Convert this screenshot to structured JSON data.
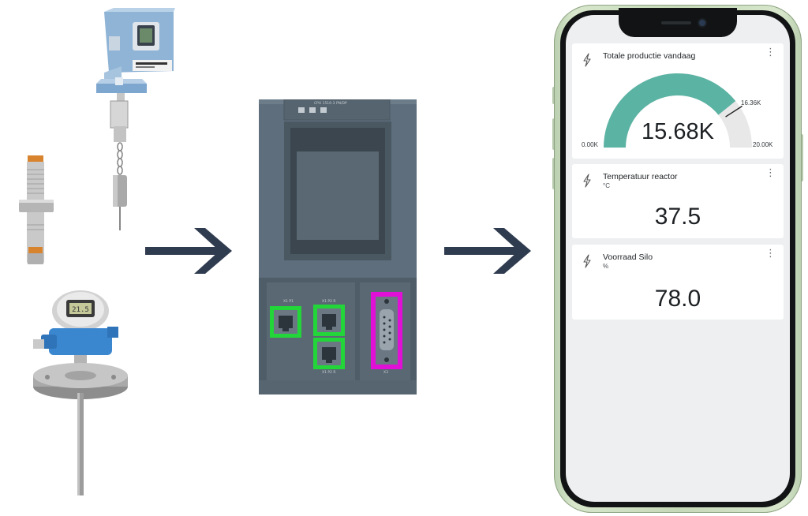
{
  "plc": {
    "model_label": "CPU 1516-3 PN/DP",
    "ports": {
      "x1_p1": "X1 P1",
      "x1_p2_top": "X1 P2 R",
      "x1_p2_bottom": "X1 P2 R",
      "x3": "X3"
    }
  },
  "transmitter": {
    "display_text": "21.5"
  },
  "widgets": [
    {
      "title": "Totale productie vandaag",
      "value": "15.68K",
      "min_label": "0.00K",
      "max_label": "20.00K",
      "marker_label": "16.36K",
      "gauge": {
        "min": 0,
        "max": 20000,
        "value": 15680,
        "marker": 16360
      }
    },
    {
      "title": "Temperatuur reactor",
      "unit": "°C",
      "value": "37.5"
    },
    {
      "title": "Voorraad Silo",
      "unit": "%",
      "value": "78.0"
    }
  ],
  "colors": {
    "gauge_fill": "#5bb3a3",
    "gauge_track": "#e8e8e8",
    "arrow": "#2f3b4f",
    "plc_body": "#5e6e7c",
    "port_ethernet": "#22d63a",
    "port_serial": "#e010d6"
  },
  "icons": {
    "widget_icon": "lightning-bolt-icon",
    "menu_icon": "kebab-menu-icon"
  }
}
